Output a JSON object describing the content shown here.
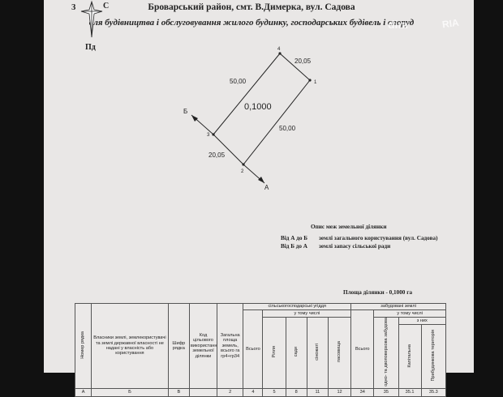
{
  "header": {
    "line1": "Броварський район, смт. В.Димерка, вул. Садова",
    "line2": "для будівництва і обслуговування жилого будинку, господарських будівель і споруд"
  },
  "compass": {
    "west": "З",
    "east": "С",
    "south": "Пд"
  },
  "plan": {
    "area_label": "0,1000",
    "sides": {
      "top": "20,05",
      "left": "50,00",
      "right": "50,00",
      "bottom": "20,05"
    },
    "points": {
      "p1": "1",
      "p2": "2",
      "p3": "3",
      "p4": "4"
    },
    "markers": {
      "a": "А",
      "b": "Б"
    }
  },
  "limits": {
    "title": "Опис меж земельної ділянки",
    "row1_from": "Від А до Б",
    "row1_text": "землі загального користування (вул. Садова)",
    "row2_from": "Від Б до А",
    "row2_text": "землі запасу сільської ради"
  },
  "area_line": "Площа ділянки - 0,1000 га",
  "watermark": {
    "dim": "dim",
    "ria": "RIA"
  },
  "table": {
    "h_num": "Номер рядка",
    "h_owners": "Власники землі, землекористувачі та землі державної власності не надані у власність або користування",
    "h_code": "Шифр рядка",
    "h_purpose": "Код цільового використання земельної ділянки",
    "h_total_area": "Загальна площа земель, всього га гр4+гр34",
    "h_agri": "сільськогосподарські угіддя",
    "h_agri_total": "Всього",
    "h_incl": "у тому числі",
    "h_arable": "Рілля",
    "h_gardens": "сади",
    "h_hayfields": "сіножаті",
    "h_pastures": "пасовища",
    "h_built": "забудовані землі",
    "h_built_total": "Всього",
    "h_built_incl": "у тому числі",
    "h_low_rise": "одно- та двоповерхова забудова",
    "h_of_them": "з них",
    "h_capital": "Капітальна",
    "h_under": "Прибудинкова територія",
    "num_row": [
      "А",
      "Б",
      "В",
      "",
      "2",
      "4",
      "5",
      "8",
      "11",
      "12",
      "34",
      "35",
      "35.1",
      "35.3"
    ]
  }
}
